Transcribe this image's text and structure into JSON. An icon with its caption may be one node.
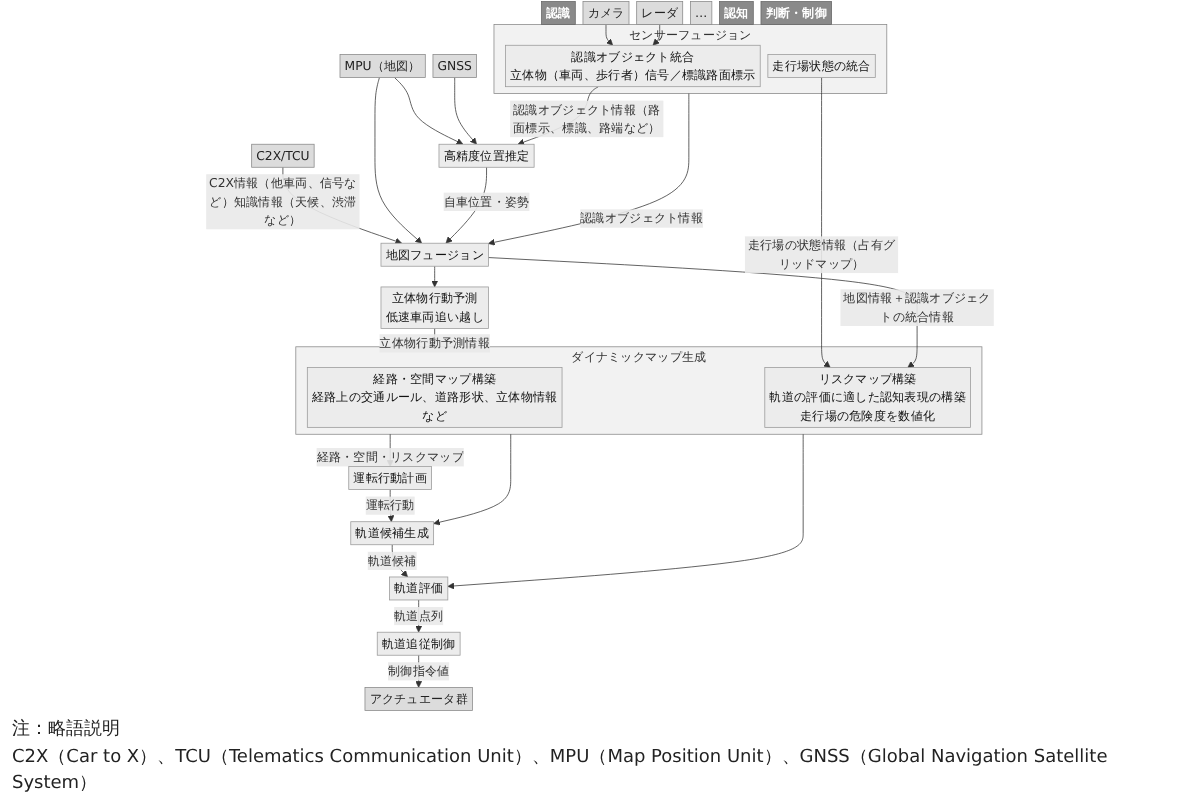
{
  "diagram": {
    "nodes": [
      {
        "text": [
          "認識"
        ]
      },
      {
        "text": [
          "C2X/TCU"
        ]
      },
      {
        "text": [
          "MPU（地図）"
        ]
      },
      {
        "text": [
          "GNSS"
        ]
      },
      {
        "text": [
          "カメラ"
        ]
      },
      {
        "text": [
          "レーダ"
        ]
      },
      {
        "text": [
          "…"
        ]
      },
      {
        "text": [
          "認知"
        ]
      },
      {
        "text": [
          "高精度位置推定"
        ]
      },
      {
        "text": [
          "センサーフュージョン"
        ]
      },
      {
        "text": [
          "認識オブジェクト統合",
          "立体物（車両、歩行者）信号／標識路面標示"
        ],
        "in": 9
      },
      {
        "text": [
          "走行場状態の統合"
        ],
        "in": 9
      },
      {
        "text": [
          "地図フュージョン"
        ]
      },
      {
        "text": [
          "立体物行動予測",
          "低速車両追い越し"
        ]
      },
      {
        "text": [
          "ダイナミックマップ生成"
        ]
      },
      {
        "text": [
          "経路・空間マップ構築",
          "経路上の交通ルール、道路形状、立体物情報など"
        ],
        "in": 14
      },
      {
        "text": [
          "リスクマップ構築",
          "軌道の評価に適した認知表現の構築",
          "走行場の危険度を数値化"
        ],
        "in": 14
      },
      {
        "text": [
          "判断・制御"
        ]
      },
      {
        "text": [
          "運転行動計画"
        ]
      },
      {
        "text": [
          "軌道候補生成"
        ]
      },
      {
        "text": [
          "軌道評価"
        ]
      },
      {
        "text": [
          "軌道追従制御"
        ]
      },
      {
        "text": [
          "アクチュエータ群"
        ]
      }
    ],
    "edges": [
      {
        "from": 1,
        "to": 12,
        "arrow": "to",
        "label": "C2X情報（他車両、信号など）知識情報（天候、渋滞など）"
      },
      {
        "from": 2,
        "to": 12,
        "arrow": "to"
      },
      {
        "from": 2,
        "to": 8,
        "arrow": "to"
      },
      {
        "from": 3,
        "to": 8,
        "arrow": "to"
      },
      {
        "from": 8,
        "to": 12,
        "arrow": "to",
        "label": "自車位置・姿勢"
      },
      {
        "from": 10,
        "to": 8,
        "arrow": "to",
        "label": "認識オブジェクト情報（路面標示、標識、路端など）"
      },
      {
        "from": 4,
        "to": 10,
        "arrow": "to"
      },
      {
        "from": 5,
        "to": 10,
        "arrow": "to"
      },
      {
        "from": 9,
        "to": 12,
        "arrow": "to",
        "label": "認識オブジェクト情報"
      },
      {
        "from": 11,
        "to": 16,
        "arrow": "to",
        "label": "走行場の状態情報（占有グリッドマップ）"
      },
      {
        "from": 12,
        "to": 13,
        "arrow": "to"
      },
      {
        "from": 12,
        "to": 16,
        "arrow": "to",
        "label": "地図情報＋認識オブジェクトの統合情報"
      },
      {
        "from": 13,
        "to": 14,
        "arrow": "to",
        "label": "立体物行動予測情報"
      },
      {
        "from": 14,
        "to": 18,
        "arrow": "to",
        "label": "経路・空間・リスクマップ"
      },
      {
        "from": 14,
        "to": 19,
        "arrow": "to"
      },
      {
        "from": 14,
        "to": 20,
        "arrow": "to"
      },
      {
        "from": 18,
        "to": 19,
        "arrow": "to",
        "label": "運転行動"
      },
      {
        "from": 19,
        "to": 20,
        "arrow": "to",
        "label": "軌道候補"
      },
      {
        "from": 20,
        "to": 21,
        "arrow": "to",
        "label": "軌道点列"
      },
      {
        "from": 21,
        "to": 22,
        "arrow": "to",
        "label": "制御指令値"
      }
    ],
    "labels": [
      "注：略語説明",
      "C2X（Car to X）、TCU（Telematics Communication Unit）、MPU（Map Position Unit）、GNSS（Global Navigation Satellite System）"
    ]
  }
}
